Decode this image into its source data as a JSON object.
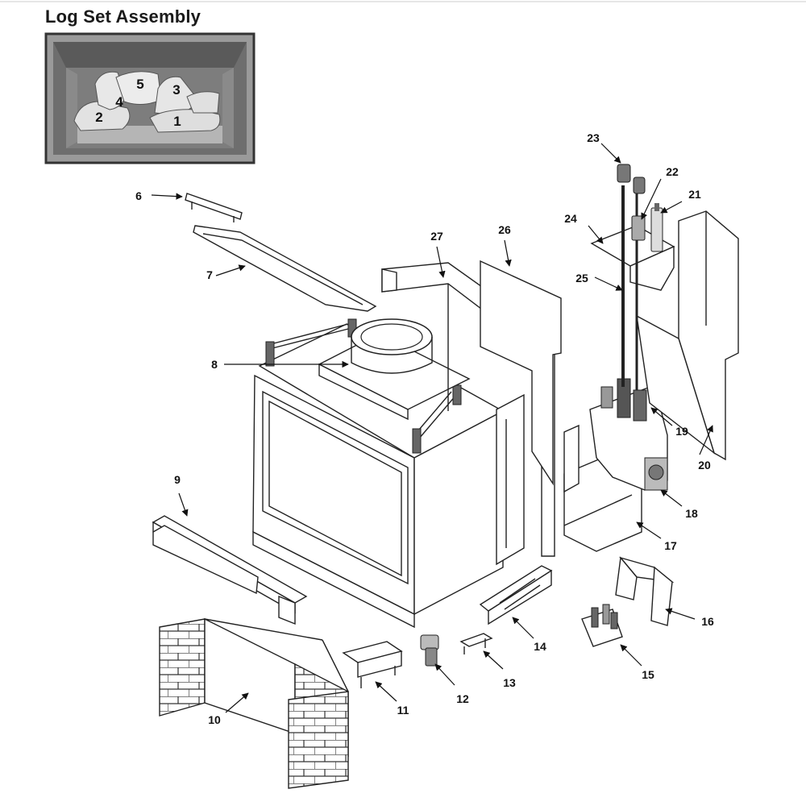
{
  "title": "Log Set Assembly",
  "log_labels": [
    "1",
    "2",
    "3",
    "4",
    "5"
  ],
  "callouts": [
    "6",
    "7",
    "8",
    "9",
    "10",
    "11",
    "12",
    "13",
    "14",
    "15",
    "16",
    "17",
    "18",
    "19",
    "20",
    "21",
    "22",
    "23",
    "24",
    "25",
    "26",
    "27"
  ],
  "colors": {
    "line": "#222222",
    "photo_frame": "#444444",
    "photo_bg": "#8c8c8c"
  }
}
